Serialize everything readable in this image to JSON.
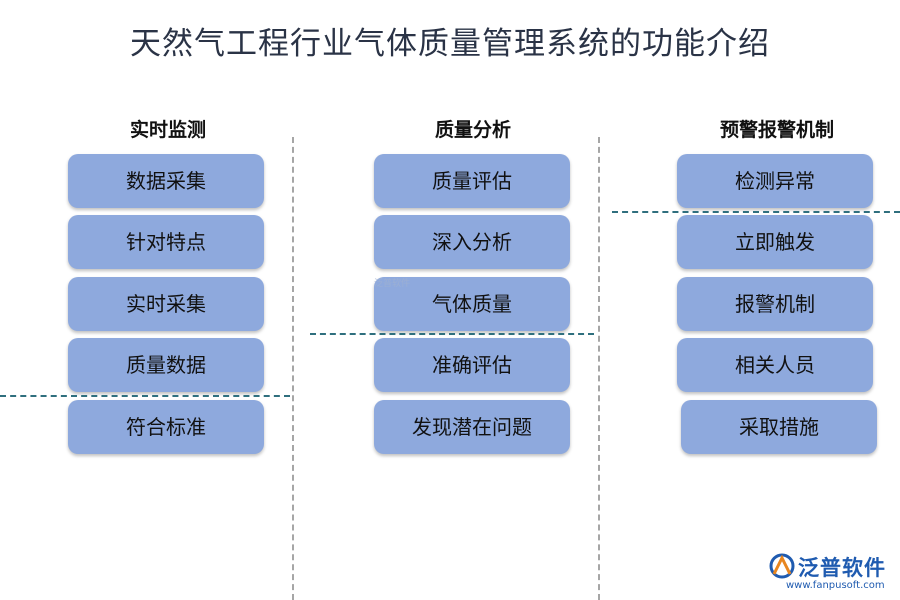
{
  "title": "天然气工程行业气体质量管理系统的功能介绍",
  "columns": [
    {
      "heading": "实时监测",
      "items": [
        "数据采集",
        "针对特点",
        "实时采集",
        "质量数据",
        "符合标准"
      ]
    },
    {
      "heading": "质量分析",
      "items": [
        "质量评估",
        "深入分析",
        "气体质量",
        "准确评估",
        "发现潜在问题"
      ]
    },
    {
      "heading": "预警报警机制",
      "items": [
        "检测异常",
        "立即触发",
        "报警机制",
        "相关人员",
        "采取措施"
      ]
    }
  ],
  "watermark": "泛普软件",
  "logo": {
    "name": "泛普软件",
    "url": "www.fanpusoft.com"
  }
}
